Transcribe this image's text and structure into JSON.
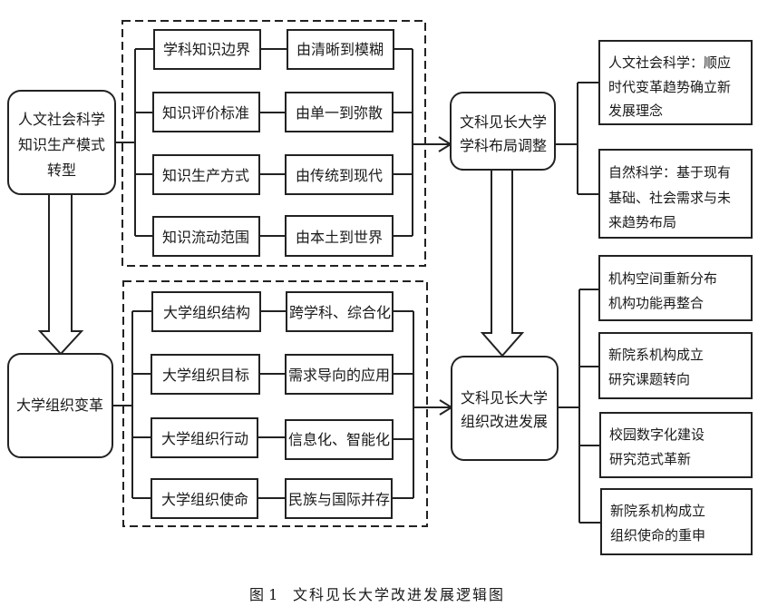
{
  "colors": {
    "stroke": "#222222",
    "text": "#1a1a1a",
    "background": "#ffffff"
  },
  "left": {
    "top_node": [
      "人文社会科学",
      "知识生产模式",
      "转型"
    ],
    "bottom_node": [
      "大学组织变革"
    ]
  },
  "group_knowledge": {
    "rows": [
      {
        "aspect": "学科知识边界",
        "trend": "由清晰到模糊"
      },
      {
        "aspect": "知识评价标准",
        "trend": "由单一到弥散"
      },
      {
        "aspect": "知识生产方式",
        "trend": "由传统到现代"
      },
      {
        "aspect": "知识流动范围",
        "trend": "由本土到世界"
      }
    ]
  },
  "group_organization": {
    "rows": [
      {
        "aspect": "大学组织结构",
        "trend": "跨学科、综合化"
      },
      {
        "aspect": "大学组织目标",
        "trend": "需求导向的应用"
      },
      {
        "aspect": "大学组织行动",
        "trend": "信息化、智能化"
      },
      {
        "aspect": "大学组织使命",
        "trend": "民族与国际并存"
      }
    ]
  },
  "middle": {
    "top_node": [
      "文科见长大学",
      "学科布局调整"
    ],
    "bottom_node": [
      "文科见长大学",
      "组织改进发展"
    ]
  },
  "right_top": [
    [
      "人文社会科学：顺应",
      "时代变革趋势确立新",
      "发展理念"
    ],
    [
      "自然科学：基于现有",
      "基础、社会需求与未",
      "来趋势布局"
    ]
  ],
  "right_bottom": [
    [
      "机构空间重新分布",
      "机构功能再整合"
    ],
    [
      "新院系机构成立",
      "研究课题转向"
    ],
    [
      "校园数字化建设",
      "研究范式革新"
    ],
    [
      "新院系机构成立",
      "组织使命的重申"
    ]
  ],
  "caption": {
    "label": "图 1",
    "title": "文科见长大学改进发展逻辑图"
  }
}
